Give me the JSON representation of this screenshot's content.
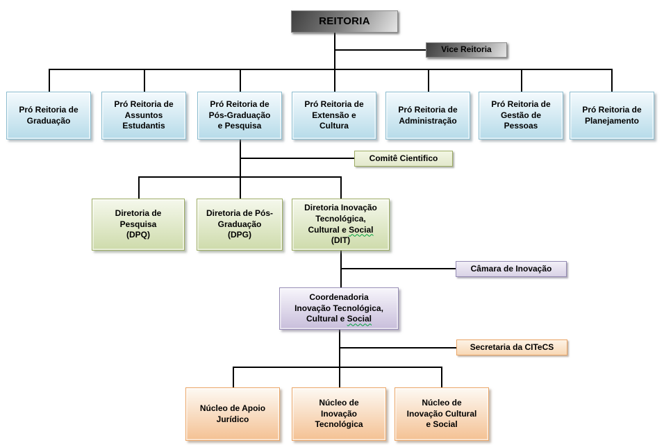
{
  "palette": {
    "background": "#ffffff",
    "text": "#000000",
    "line": "#000000",
    "squiggle": "#00a33d",
    "gray-top": "#3f3f3f",
    "gray-bottom": "#e6e6e6",
    "gray-border": "#8c8c8c",
    "blue-top": "#f4fafd",
    "blue-bottom": "#b6dbe9",
    "blue-border": "#8abccf",
    "green-top": "#f5f8ec",
    "green-bottom": "#cedbab",
    "green-border": "#9dac64",
    "comite-top": "#f3f6e3",
    "comite-bottom": "#e2e8cc",
    "purple-top": "#f7f5fb",
    "purple-bottom": "#c8bedb",
    "purple-border": "#958bb4",
    "camara-top": "#f2eff7",
    "camara-bottom": "#d9d2e6",
    "orange-top": "#fdf9f3",
    "orange-bottom": "#f4c193",
    "orange-border": "#eaa566",
    "secretaria-top": "#fdf3e6",
    "secretaria-bottom": "#f8d8b5"
  },
  "org": {
    "root": {
      "label": "REITORIA"
    },
    "vice": {
      "label": "Vice Reitoria"
    },
    "pro_reitorias": [
      {
        "label": "Pró Reitoria de\nGraduação"
      },
      {
        "label": "Pró Reitoria de\nAssuntos\nEstudantis"
      },
      {
        "label": "Pró Reitoria de\nPós-Graduação\ne Pesquisa"
      },
      {
        "label": "Pró Reitoria de\nExtensão e\nCultura"
      },
      {
        "label": "Pró Reitoria de\nAdministração"
      },
      {
        "label": "Pró Reitoria de\nGestão de\nPessoas"
      },
      {
        "label": "Pró Reitoria de\nPlanejamento"
      }
    ],
    "comite": {
      "label": "Comitê Cientifico"
    },
    "diretorias": [
      {
        "label": "Diretoria de\nPesquisa\n(DPQ)"
      },
      {
        "label": "Diretoria de Pós-\nGraduação\n(DPG)"
      },
      {
        "label_before": "Diretoria Inovação\nTecnológica,\nCultural e ",
        "squiggle_word": "Social",
        "label_after": "\n(DIT)"
      }
    ],
    "camara": {
      "label": "Câmara de Inovação"
    },
    "coordenadoria": {
      "label_before": "Coordenadoria\nInovação Tecnológica,\nCultural e ",
      "squiggle_word": "Social",
      "label_after": ""
    },
    "secretaria": {
      "label": "Secretaria da CITeCS"
    },
    "nucleos": [
      {
        "label": "Núcleo de Apoio\nJurídico"
      },
      {
        "label": "Núcleo de\nInovação\nTecnológica"
      },
      {
        "label": "Núcleo de\nInovação Cultural\ne Social"
      }
    ]
  }
}
